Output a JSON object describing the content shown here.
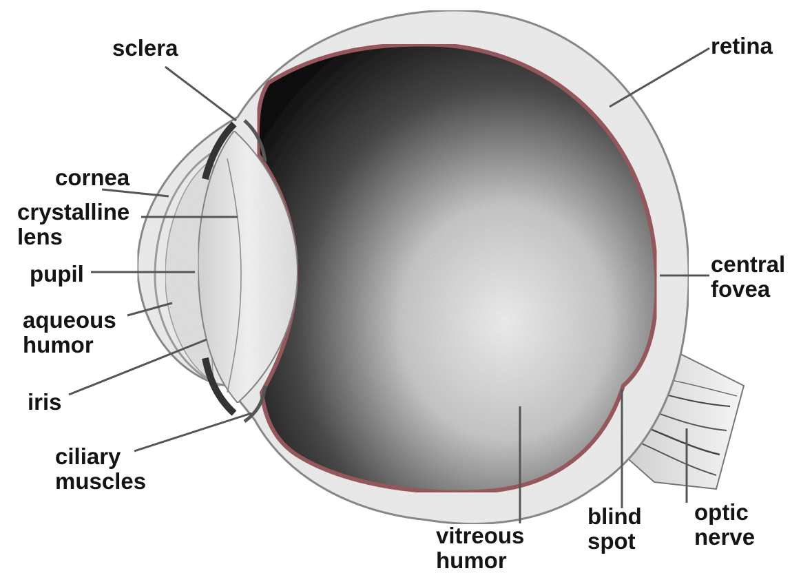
{
  "labels": {
    "sclera": "sclera",
    "retina": "retina",
    "cornea": "cornea",
    "crystalline_line1": "crystalline",
    "crystalline_line2": "lens",
    "pupil": "pupil",
    "central_line1": "central",
    "central_line2": "fovea",
    "aqueous_line1": "aqueous",
    "aqueous_line2": "humor",
    "iris": "iris",
    "ciliary_line1": "ciliary",
    "ciliary_line2": "muscles",
    "vitreous_line1": "vitreous",
    "vitreous_line2": "humor",
    "blind_line1": "blind",
    "blind_line2": "spot",
    "optic_line1": "optic",
    "optic_line2": "nerve"
  },
  "colors": {
    "sclera_fill": "#f2f2f2",
    "retina_tint": "#9c5b60",
    "interior_dark": "#0e0e0e",
    "interior_light": "#eeeeee",
    "line": "#555555",
    "text": "#141414"
  }
}
